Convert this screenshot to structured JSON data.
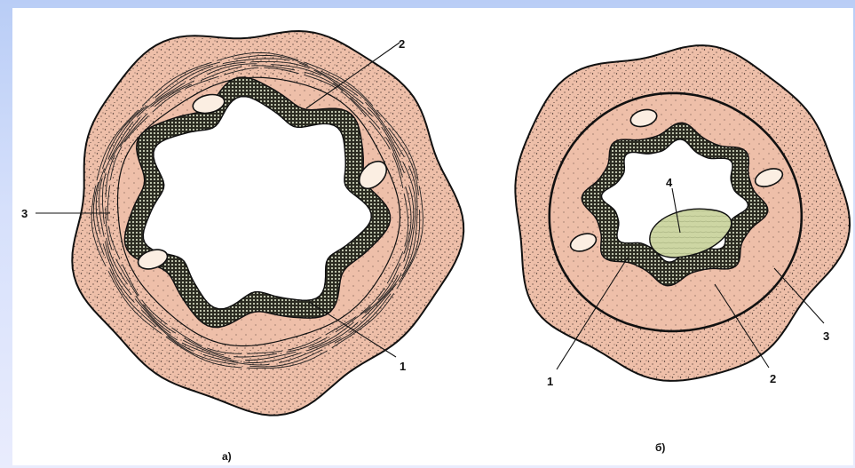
{
  "diagram_a": {
    "caption": "а)",
    "labels": {
      "l1": "1",
      "l2": "2",
      "l3": "3"
    }
  },
  "diagram_b": {
    "caption": "б)",
    "labels": {
      "l1": "1",
      "l2": "2",
      "l3": "3",
      "l4": "4"
    }
  },
  "colors": {
    "background": "#c4d4f7",
    "panel": "#ffffff",
    "tissue": "#eebfa9",
    "outline": "#111111",
    "vessel": "#fbeee2",
    "epithelium": "#2c2c22",
    "epithelium_dots": "#e4ead0",
    "lumen": "#ffffff",
    "bolus": "#cdd6a3"
  }
}
